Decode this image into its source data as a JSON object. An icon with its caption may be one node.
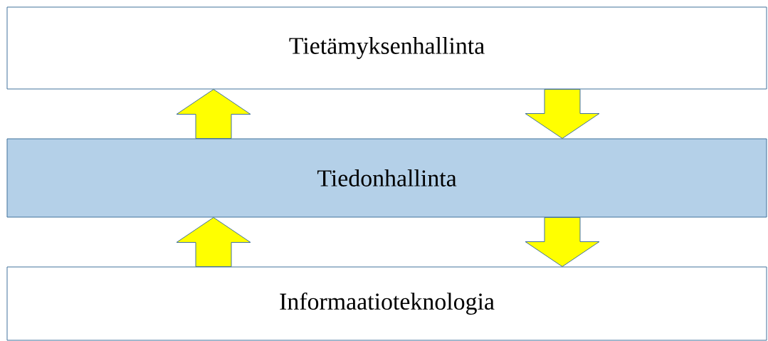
{
  "diagram": {
    "nodes": [
      {
        "text": [
          "Tietämyksenhallinta"
        ]
      },
      {
        "text": [
          "Tiedonhallinta"
        ]
      },
      {
        "text": [
          "Informaatioteknologia"
        ]
      }
    ],
    "edges": [
      {
        "from": 1,
        "to": 0,
        "arrow": "to"
      },
      {
        "from": 0,
        "to": 1,
        "arrow": "to"
      },
      {
        "from": 2,
        "to": 1,
        "arrow": "to"
      },
      {
        "from": 1,
        "to": 2,
        "arrow": "to"
      }
    ]
  }
}
